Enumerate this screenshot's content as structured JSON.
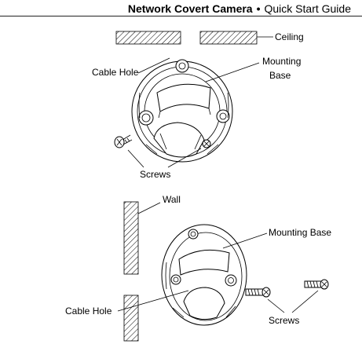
{
  "header": {
    "product": "Network Covert Camera",
    "separator": "•",
    "guide": "Quick Start Guide"
  },
  "ceiling_diagram": {
    "ceiling_label": "Ceiling",
    "cable_hole_label": "Cable Hole",
    "mounting_base_label_line1": "Mounting",
    "mounting_base_label_line2": "Base",
    "screws_label": "Screws"
  },
  "wall_diagram": {
    "wall_label": "Wall",
    "mounting_base_label": "Mounting Base",
    "cable_hole_label": "Cable Hole",
    "screws_label": "Screws"
  }
}
